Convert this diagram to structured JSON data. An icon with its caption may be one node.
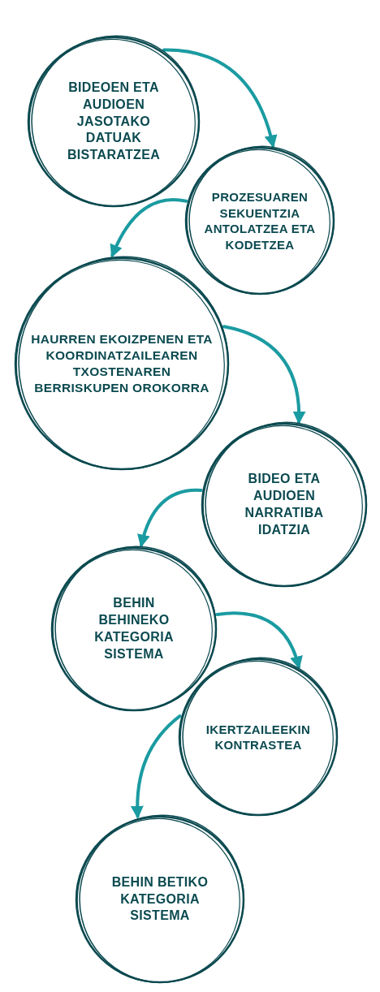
{
  "diagram": {
    "nodes": [
      {
        "text": [
          "BIDEOEN ETA AUDIOEN JASOTAKO DATUAK BISTARATZEA"
        ]
      },
      {
        "text": [
          "PROZESUAREN SEKUENTZIA ANTOLATZEA ETA KODETZEA"
        ]
      },
      {
        "text": [
          "HAURREN EKOIZPENEN ETA KOORDINATZAILEAREN TXOSTENAREN BERRISKUPEN OROKORRA"
        ]
      },
      {
        "text": [
          "BIDEO ETA AUDIOEN NARRATIBA IDATZIA"
        ]
      },
      {
        "text": [
          "BEHIN BEHINEKO KATEGORIA SISTEMA"
        ]
      },
      {
        "text": [
          "IKERTZAILEEKIN KONTRASTEA"
        ]
      },
      {
        "text": [
          "BEHIN BETIKO KATEGORIA SISTEMA"
        ]
      }
    ],
    "edges": [
      {
        "from": 0,
        "to": 1,
        "arrow": "to"
      },
      {
        "from": 1,
        "to": 2,
        "arrow": "to"
      },
      {
        "from": 2,
        "to": 3,
        "arrow": "to"
      },
      {
        "from": 3,
        "to": 4,
        "arrow": "to"
      },
      {
        "from": 4,
        "to": 5,
        "arrow": "to"
      },
      {
        "from": 5,
        "to": 6,
        "arrow": "to"
      }
    ]
  }
}
